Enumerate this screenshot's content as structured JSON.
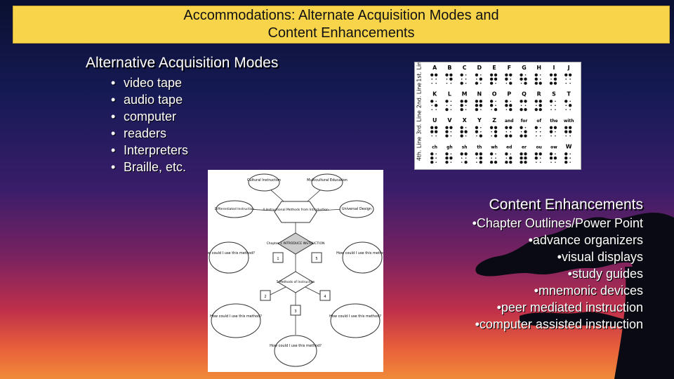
{
  "title": "Accommodations: Alternate Acquisition Modes and\nContent Enhancements",
  "left": {
    "heading": "Alternative Acquisition Modes",
    "items": [
      "video tape",
      "audio tape",
      "computer",
      "readers",
      "Interpreters",
      "Braille, etc."
    ]
  },
  "right": {
    "heading": "Content Enhancements",
    "items": [
      "Chapter Outlines/Power Point",
      "advance organizers",
      "visual displays",
      "study guides",
      "mnemonic devices",
      "peer mediated instruction",
      "computer assisted instruction"
    ]
  },
  "braille": {
    "rows": [
      {
        "label": "1st. Line",
        "letters": [
          "A",
          "B",
          "C",
          "D",
          "E",
          "F",
          "G",
          "H",
          "I",
          "J"
        ]
      },
      {
        "label": "2nd. Line",
        "letters": [
          "K",
          "L",
          "M",
          "N",
          "O",
          "P",
          "Q",
          "R",
          "S",
          "T"
        ]
      },
      {
        "label": "3rd. Line",
        "letters": [
          "U",
          "V",
          "X",
          "Y",
          "Z",
          "and",
          "for",
          "of",
          "the",
          "with"
        ]
      },
      {
        "label": "4th. Line",
        "letters": [
          "ch",
          "gh",
          "sh",
          "th",
          "wh",
          "ed",
          "er",
          "ou",
          "ow",
          "W"
        ]
      }
    ]
  },
  "concept_map": {
    "top_left": "Cultural Instruction",
    "top_right": "Multicultural Education",
    "center_top": "4 Instructional Methods from Introduction",
    "left_mid": "Differentiated Instruction",
    "right_mid": "Universal Design",
    "center_diamond": "Chapter 1 INTRODUCE INSTRUCTION",
    "center_lower": "5 Methods of Instruction",
    "question": "How could I use this method?",
    "num1": "1",
    "num2": "2",
    "num3": "3",
    "num4": "4",
    "num5": "5"
  },
  "colors": {
    "title_bg": "#f7d44a",
    "text": "#ffffff"
  }
}
